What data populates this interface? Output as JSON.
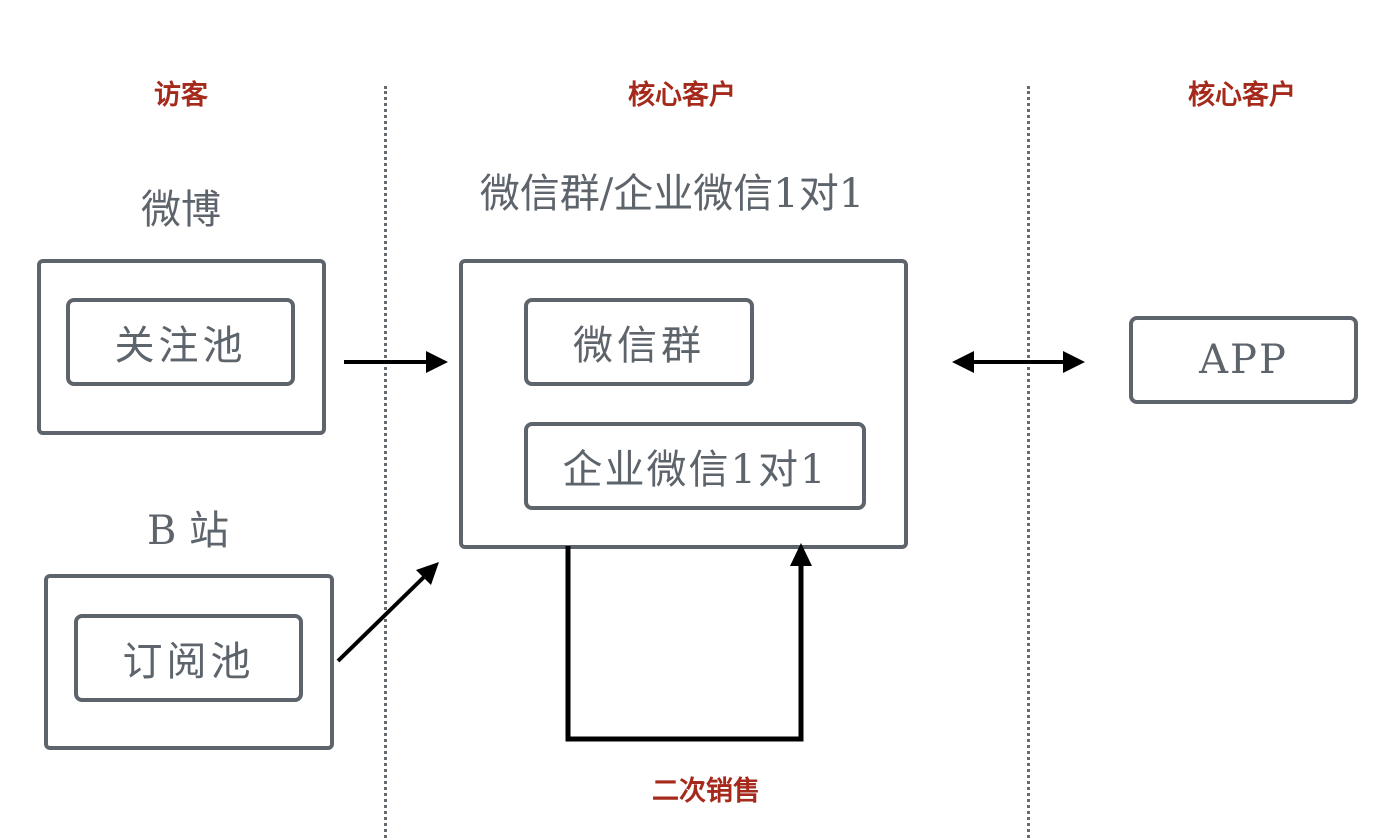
{
  "headers": {
    "visitor": "访客",
    "core_customer_1": "核心客户",
    "core_customer_2": "核心客户",
    "repeat_sales": "二次销售"
  },
  "weibo": {
    "title": "微博",
    "pool": "关注池"
  },
  "bilibili": {
    "title": "B 站",
    "pool": "订阅池"
  },
  "wechat": {
    "title": "微信群/企业微信1对1",
    "group": "微信群",
    "work_wechat": "企业微信1对1"
  },
  "app": {
    "label": "APP"
  },
  "colors": {
    "header": "#a52a1c",
    "box_border": "#5d646b",
    "arrow": "#000000",
    "divider": "#666b70"
  }
}
